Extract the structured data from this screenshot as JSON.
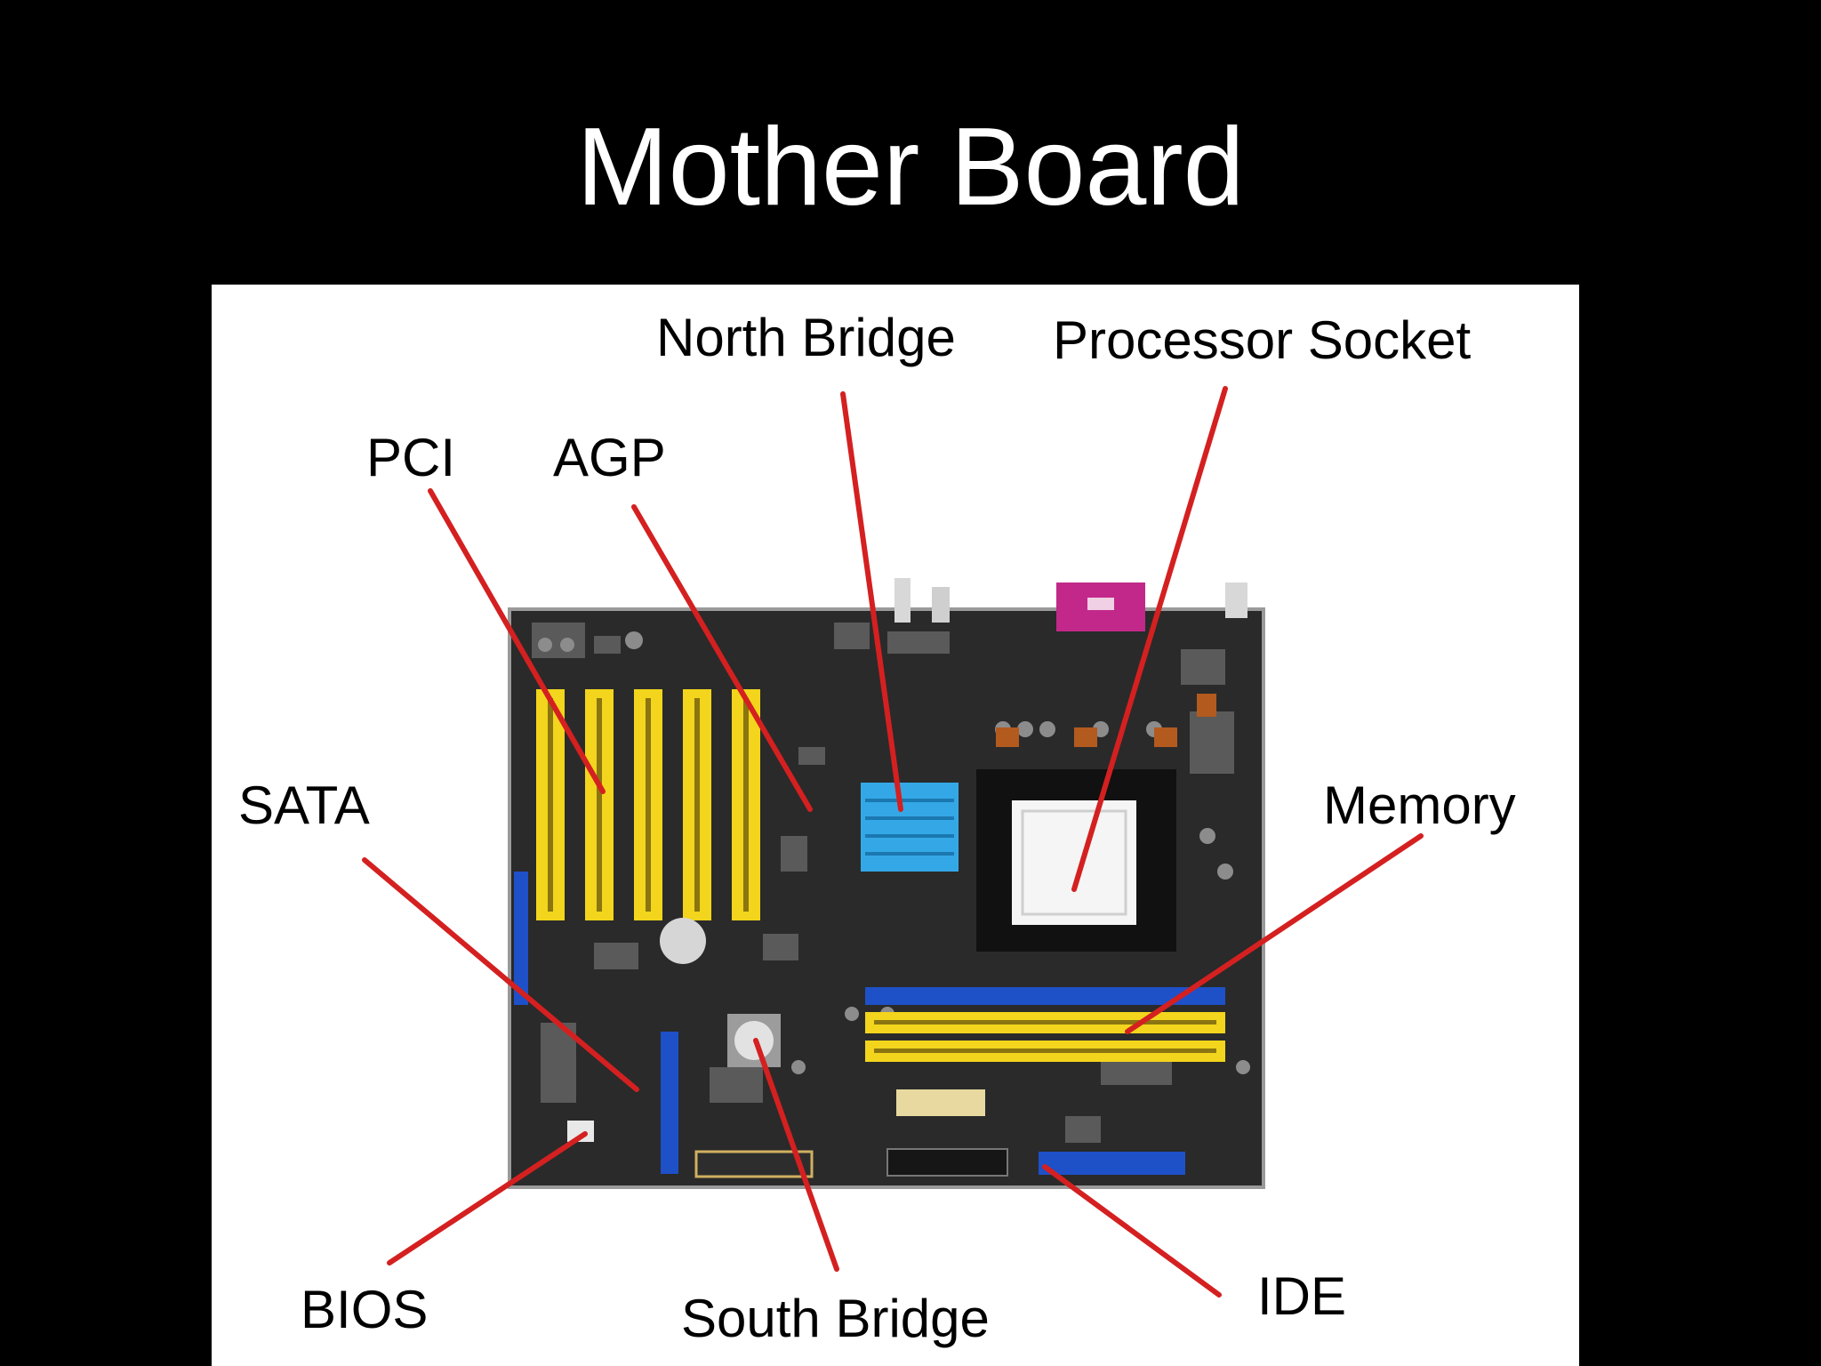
{
  "slide": {
    "title": "Mother Board"
  },
  "diagram": {
    "labels": {
      "north_bridge": "North Bridge",
      "processor_socket": "Processor Socket",
      "pci": "PCI",
      "agp": "AGP",
      "sata": "SATA",
      "memory": "Memory",
      "bios": "BIOS",
      "south_bridge": "South Bridge",
      "ide": "IDE"
    },
    "colors": {
      "background": "#000000",
      "panel": "#ffffff",
      "pointer": "#d42020",
      "pcb": "#2a2a2a",
      "slot_yellow": "#f2d51c",
      "slot_blue": "#1e50c8",
      "heatsink": "#34a8e6",
      "connector_magenta": "#c2288a"
    }
  }
}
